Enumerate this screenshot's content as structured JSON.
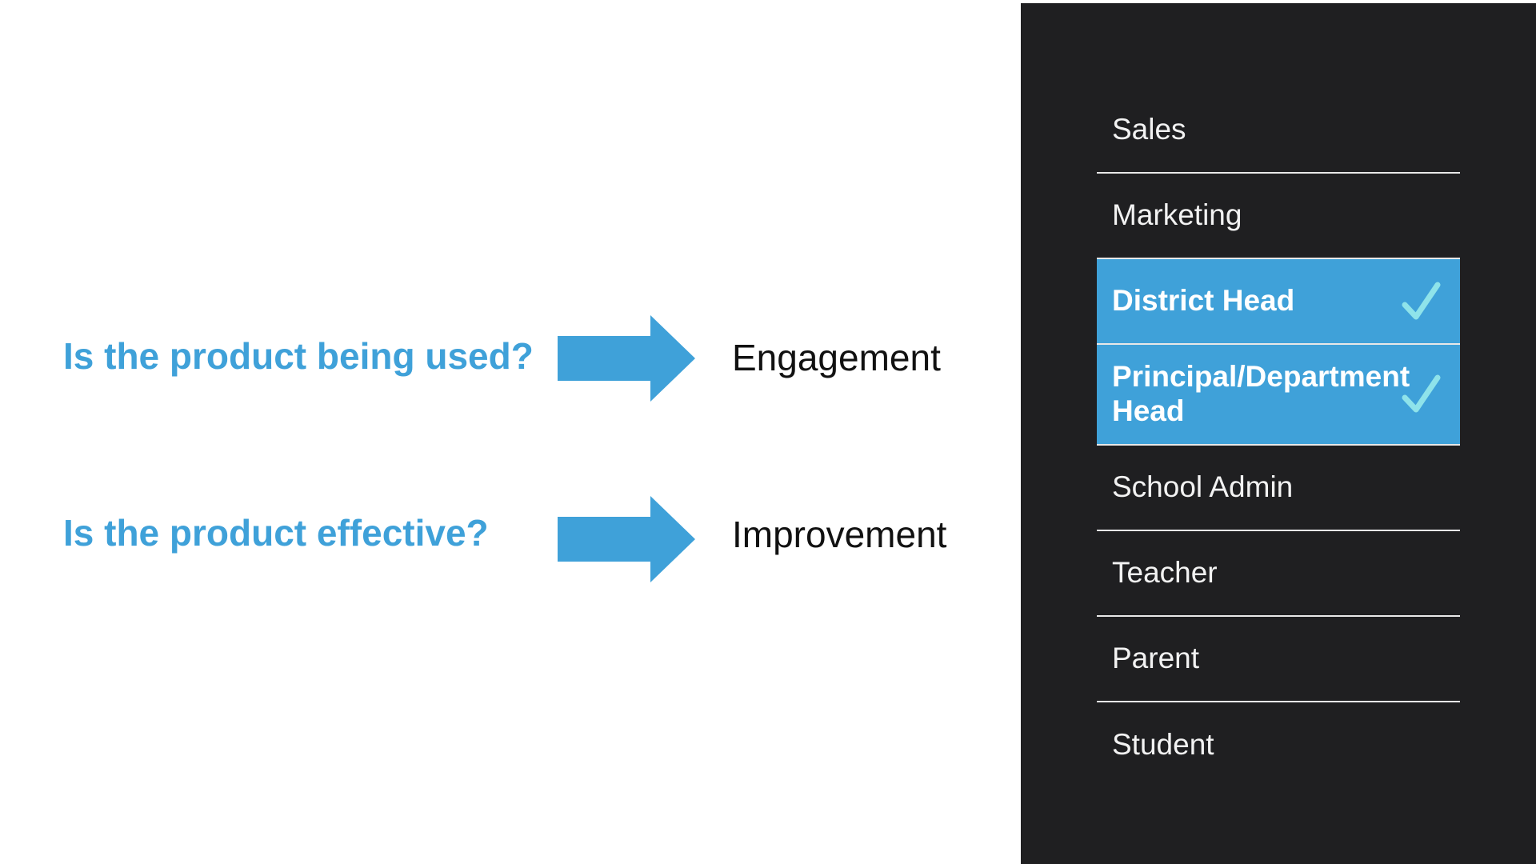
{
  "questions": [
    {
      "question": "Is the product being used?",
      "answer": "Engagement"
    },
    {
      "question": "Is the product effective?",
      "answer": "Improvement"
    }
  ],
  "roles": [
    {
      "label": "Sales",
      "selected": false
    },
    {
      "label": "Marketing",
      "selected": false
    },
    {
      "label": "District Head",
      "selected": true
    },
    {
      "label": "Principal/Department Head",
      "selected": true
    },
    {
      "label": "School Admin",
      "selected": false
    },
    {
      "label": "Teacher",
      "selected": false
    },
    {
      "label": "Parent",
      "selected": false
    },
    {
      "label": "Student",
      "selected": false
    }
  ],
  "colors": {
    "accent": "#3fa1d9",
    "panel": "#1f1f21",
    "check": "#8fe3ea"
  },
  "icons": {
    "arrow": "arrow-right-icon",
    "check": "checkmark-icon"
  }
}
